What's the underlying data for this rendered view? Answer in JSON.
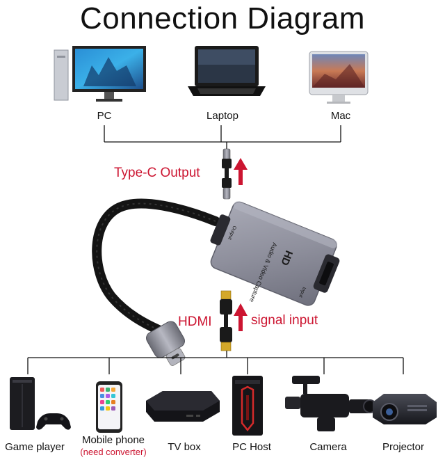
{
  "title": "Connection Diagram",
  "top_devices": [
    {
      "label": "PC",
      "icon": "desktop-pc-icon"
    },
    {
      "label": "Laptop",
      "icon": "laptop-icon"
    },
    {
      "label": "Mac",
      "icon": "imac-icon"
    }
  ],
  "output_label": "Type-C Output",
  "hdmi_label": "HDMI",
  "signal_label": "signal input",
  "device_text": {
    "brand": "HD",
    "product": "Audio & Video Capture",
    "output_port": "Output",
    "input_port": "Input"
  },
  "bottom_devices": [
    {
      "label": "Game player",
      "icon": "game-console-icon"
    },
    {
      "label": "Mobile phone",
      "note": "(need converter)",
      "icon": "smartphone-icon"
    },
    {
      "label": "TV box",
      "icon": "tv-box-icon"
    },
    {
      "label": "PC Host",
      "icon": "pc-tower-icon"
    },
    {
      "label": "Camera",
      "icon": "video-camera-icon"
    },
    {
      "label": "Projector",
      "icon": "projector-icon"
    }
  ],
  "colors": {
    "accent_red": "#cc1531",
    "line": "#111111",
    "device_body": "#8e8f9c"
  }
}
